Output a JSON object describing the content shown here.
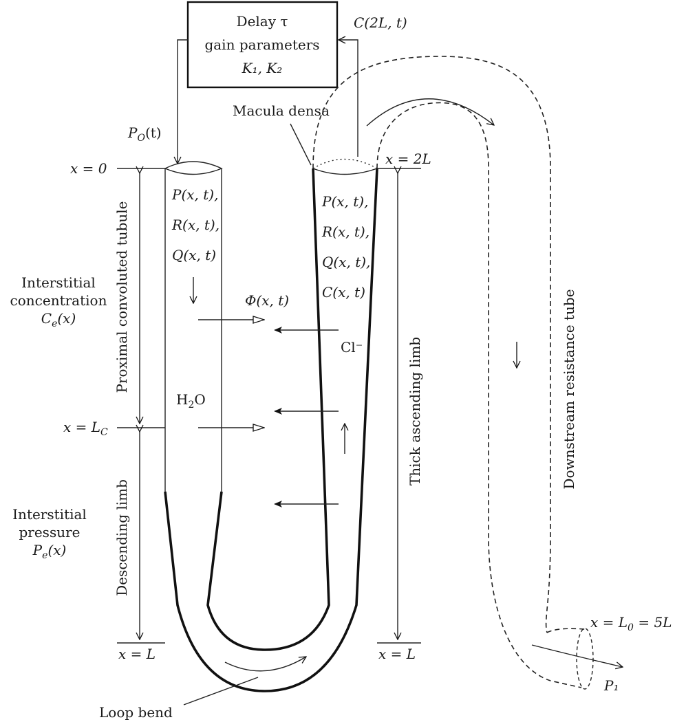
{
  "control_box": {
    "line1": "Delay τ",
    "line2": "gain parameters",
    "line3": "K₁, K₂"
  },
  "signals": {
    "feedback": "C(2L, t)",
    "inlet_pressure": "P_O(t)"
  },
  "labels": {
    "macula_densa": "Macula densa",
    "loop_bend": "Loop bend",
    "p1": "P₁",
    "phi": "Φ(x, t)",
    "cl": "Cl⁻",
    "h2o": "H₂O"
  },
  "positions": {
    "x0": "x = 0",
    "x2L": "x = 2L",
    "xLC": "x = L_C",
    "xL_left": "x = L",
    "xL_right": "x = L",
    "xL0": "x = L₀ = 5L"
  },
  "left_tube_vars": [
    "P(x, t),",
    "R(x, t),",
    "Q(x, t)"
  ],
  "right_tube_vars": [
    "P(x, t),",
    "R(x, t),",
    "Q(x, t),",
    "C(x, t)"
  ],
  "side_labels": {
    "interstitial_conc": [
      "Interstitial",
      "concentration",
      "C_e(x)"
    ],
    "interstitial_pressure": [
      "Interstitial",
      "pressure",
      "P_e(x)"
    ],
    "proximal": "Proximal convoluted tubule",
    "descending": "Descending limb",
    "thick_ascending": "Thick ascending limb",
    "downstream": "Downstream resistance tube"
  }
}
